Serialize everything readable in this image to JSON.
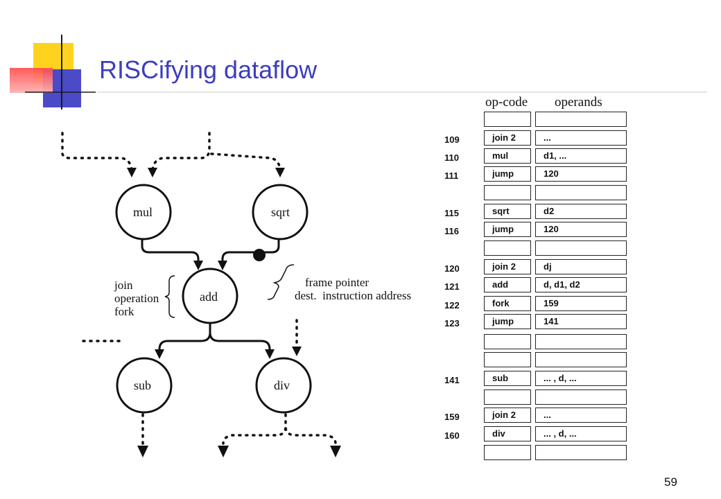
{
  "slide": {
    "title": "RISCifying dataflow",
    "page_number": "59"
  },
  "graph": {
    "nodes": {
      "mul": "mul",
      "sqrt": "sqrt",
      "add": "add",
      "sub": "sub",
      "div": "div"
    },
    "join_labels": [
      "join",
      "operation",
      "fork"
    ],
    "frame_labels": [
      "frame pointer",
      "dest.  instruction address"
    ]
  },
  "table": {
    "header_opcode": "op-code",
    "header_operands": "operands",
    "rows": [
      {
        "addr": "",
        "op": "",
        "operands": ""
      },
      {
        "addr": "109",
        "op": "join 2",
        "operands": "..."
      },
      {
        "addr": "110",
        "op": "mul",
        "operands": "d1, ..."
      },
      {
        "addr": "111",
        "op": "jump",
        "operands": "120"
      },
      {
        "addr": "",
        "op": "",
        "operands": ""
      },
      {
        "addr": "115",
        "op": "sqrt",
        "operands": "d2"
      },
      {
        "addr": "116",
        "op": "jump",
        "operands": "120"
      },
      {
        "addr": "",
        "op": "",
        "operands": ""
      },
      {
        "addr": "120",
        "op": "join 2",
        "operands": "dj"
      },
      {
        "addr": "121",
        "op": "add",
        "operands": "d, d1, d2"
      },
      {
        "addr": "122",
        "op": "fork",
        "operands": "159"
      },
      {
        "addr": "123",
        "op": "jump",
        "operands": "141"
      },
      {
        "addr": "",
        "op": "",
        "operands": ""
      },
      {
        "addr": "",
        "op": "",
        "operands": ""
      },
      {
        "addr": "141",
        "op": "sub",
        "operands": "... , d, ..."
      },
      {
        "addr": "",
        "op": "",
        "operands": ""
      },
      {
        "addr": "159",
        "op": "join 2",
        "operands": "..."
      },
      {
        "addr": "160",
        "op": "div",
        "operands": "... , d, ..."
      },
      {
        "addr": "",
        "op": "",
        "operands": ""
      }
    ]
  }
}
